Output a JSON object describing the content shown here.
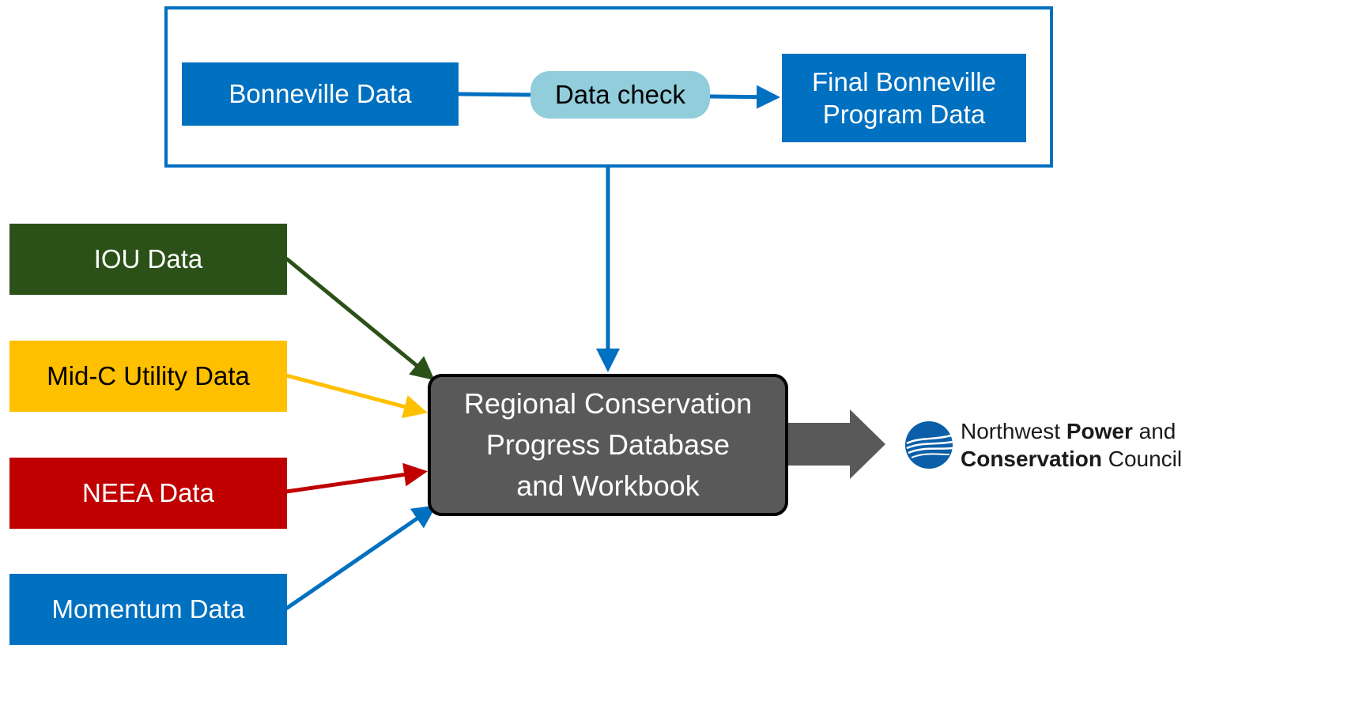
{
  "nodes": {
    "bonneville_data": "Bonneville Data",
    "data_check": "Data check",
    "final_bonneville_line1": "Final Bonneville",
    "final_bonneville_line2": "Program Data",
    "iou_data": "IOU Data",
    "midc_data": "Mid-C Utility Data",
    "neea_data": "NEEA Data",
    "momentum_data": "Momentum Data",
    "central_line1": "Regional Conservation",
    "central_line2": "Progress Database",
    "central_line3": "and Workbook"
  },
  "logo": {
    "line1_a": "Northwest ",
    "line1_b": "Power",
    "line1_c": " and",
    "line2_a": "Conservation",
    "line2_b": " Council"
  },
  "colors": {
    "blue": "#0070c0",
    "green": "#2b5118",
    "yellow": "#ffc000",
    "red": "#c00000",
    "pill": "#92cddc",
    "central": "#595959",
    "output_arrow": "#595959"
  }
}
